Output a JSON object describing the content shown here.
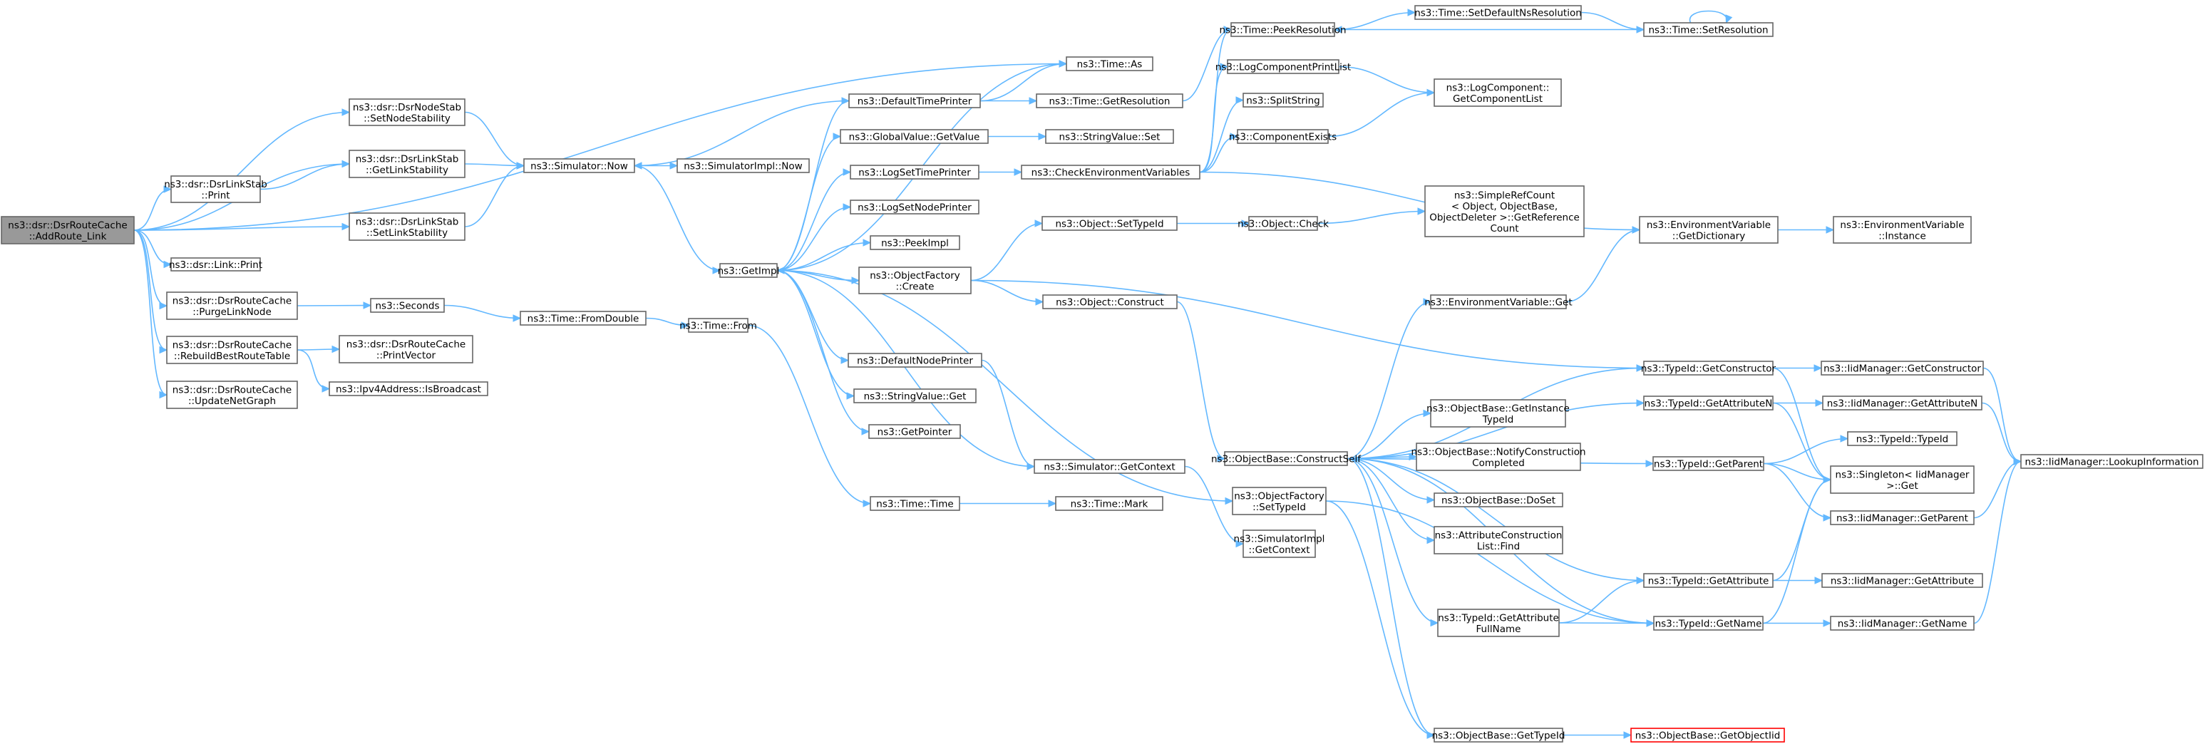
{
  "diagram": {
    "type": "call-graph",
    "root": "ns3::dsr::DsrRouteCache::AddRoute_Link",
    "nodes": [
      {
        "id": "addroute",
        "lines": [
          "ns3::dsr::DsrRouteCache",
          "::AddRoute_Link"
        ],
        "root": true
      },
      {
        "id": "time_as",
        "lines": [
          "ns3::Time::As"
        ]
      },
      {
        "id": "setnodestab",
        "lines": [
          "ns3::dsr::DsrNodeStab",
          "::SetNodeStability"
        ]
      },
      {
        "id": "getlinkstab",
        "lines": [
          "ns3::dsr::DsrLinkStab",
          "::GetLinkStability"
        ]
      },
      {
        "id": "linkstab_print",
        "lines": [
          "ns3::dsr::DsrLinkStab",
          "::Print"
        ]
      },
      {
        "id": "setlinkstab",
        "lines": [
          "ns3::dsr::DsrLinkStab",
          "::SetLinkStability"
        ]
      },
      {
        "id": "link_print",
        "lines": [
          "ns3::dsr::Link::Print"
        ]
      },
      {
        "id": "purgelinknode",
        "lines": [
          "ns3::dsr::DsrRouteCache",
          "::PurgeLinkNode"
        ]
      },
      {
        "id": "rebuildbest",
        "lines": [
          "ns3::dsr::DsrRouteCache",
          "::RebuildBestRouteTable"
        ]
      },
      {
        "id": "updatenetgraph",
        "lines": [
          "ns3::dsr::DsrRouteCache",
          "::UpdateNetGraph"
        ]
      },
      {
        "id": "sim_now",
        "lines": [
          "ns3::Simulator::Now"
        ]
      },
      {
        "id": "simimpl_now",
        "lines": [
          "ns3::SimulatorImpl::Now"
        ]
      },
      {
        "id": "seconds",
        "lines": [
          "ns3::Seconds"
        ]
      },
      {
        "id": "printvector",
        "lines": [
          "ns3::dsr::DsrRouteCache",
          "::PrintVector"
        ]
      },
      {
        "id": "isbroadcast",
        "lines": [
          "ns3::Ipv4Address::IsBroadcast"
        ]
      },
      {
        "id": "fromdouble",
        "lines": [
          "ns3::Time::FromDouble"
        ]
      },
      {
        "id": "time_from",
        "lines": [
          "ns3::Time::From"
        ]
      },
      {
        "id": "getimpl",
        "lines": [
          "ns3::GetImpl"
        ]
      },
      {
        "id": "defaulttimeprinter",
        "lines": [
          "ns3::DefaultTimePrinter"
        ]
      },
      {
        "id": "globalvalue_get",
        "lines": [
          "ns3::GlobalValue::GetValue"
        ]
      },
      {
        "id": "logsettimeprinter",
        "lines": [
          "ns3::LogSetTimePrinter"
        ]
      },
      {
        "id": "logsetnodeprinter",
        "lines": [
          "ns3::LogSetNodePrinter"
        ]
      },
      {
        "id": "peekimpl",
        "lines": [
          "ns3::PeekImpl"
        ]
      },
      {
        "id": "objfactory_create",
        "lines": [
          "ns3::ObjectFactory",
          "::Create"
        ]
      },
      {
        "id": "defaultnodeprinter",
        "lines": [
          "ns3::DefaultNodePrinter"
        ]
      },
      {
        "id": "stringvalue_get",
        "lines": [
          "ns3::StringValue::Get"
        ]
      },
      {
        "id": "getpointer",
        "lines": [
          "ns3::GetPointer"
        ]
      },
      {
        "id": "sim_getcontext",
        "lines": [
          "ns3::Simulator::GetContext"
        ]
      },
      {
        "id": "time_time",
        "lines": [
          "ns3::Time::Time"
        ]
      },
      {
        "id": "time_getres",
        "lines": [
          "ns3::Time::GetResolution"
        ]
      },
      {
        "id": "stringvalue_set",
        "lines": [
          "ns3::StringValue::Set"
        ]
      },
      {
        "id": "checkenv",
        "lines": [
          "ns3::CheckEnvironmentVariables"
        ]
      },
      {
        "id": "obj_settypeid",
        "lines": [
          "ns3::Object::SetTypeId"
        ]
      },
      {
        "id": "obj_construct",
        "lines": [
          "ns3::Object::Construct"
        ]
      },
      {
        "id": "time_mark",
        "lines": [
          "ns3::Time::Mark"
        ]
      },
      {
        "id": "time_peekres",
        "lines": [
          "ns3::Time::PeekResolution"
        ]
      },
      {
        "id": "logcompprintlist",
        "lines": [
          "ns3::LogComponentPrintList"
        ]
      },
      {
        "id": "splitstring",
        "lines": [
          "ns3::SplitString"
        ]
      },
      {
        "id": "componentexists",
        "lines": [
          "ns3::ComponentExists"
        ]
      },
      {
        "id": "obj_check",
        "lines": [
          "ns3::Object::Check"
        ]
      },
      {
        "id": "objbase_constructself",
        "lines": [
          "ns3::ObjectBase::ConstructSelf"
        ]
      },
      {
        "id": "objfactory_settypeid",
        "lines": [
          "ns3::ObjectFactory",
          "::SetTypeId"
        ]
      },
      {
        "id": "simimpl_getcontext",
        "lines": [
          "ns3::SimulatorImpl",
          "::GetContext"
        ]
      },
      {
        "id": "time_setdefaultns",
        "lines": [
          "ns3::Time::SetDefaultNsResolution"
        ]
      },
      {
        "id": "time_setres",
        "lines": [
          "ns3::Time::SetResolution"
        ]
      },
      {
        "id": "logcomp_getlist",
        "lines": [
          "ns3::LogComponent::",
          "GetComponentList"
        ]
      },
      {
        "id": "simplerefcount",
        "lines": [
          "ns3::SimpleRefCount",
          "< Object, ObjectBase,",
          " ObjectDeleter >::GetReference",
          "Count"
        ]
      },
      {
        "id": "envvar_get",
        "lines": [
          "ns3::EnvironmentVariable::Get"
        ]
      },
      {
        "id": "objbase_getinstancetypeid",
        "lines": [
          "ns3::ObjectBase::GetInstance",
          "TypeId"
        ]
      },
      {
        "id": "objbase_notify",
        "lines": [
          "ns3::ObjectBase::NotifyConstruction",
          "Completed"
        ]
      },
      {
        "id": "objbase_doset",
        "lines": [
          "ns3::ObjectBase::DoSet"
        ]
      },
      {
        "id": "attrconstructlist_find",
        "lines": [
          "ns3::AttributeConstruction",
          "List::Find"
        ]
      },
      {
        "id": "typeid_getattrfullname",
        "lines": [
          "ns3::TypeId::GetAttribute",
          "FullName"
        ]
      },
      {
        "id": "objbase_gettypeid",
        "lines": [
          "ns3::ObjectBase::GetTypeId"
        ]
      },
      {
        "id": "objbase_getobjectiid",
        "lines": [
          "ns3::ObjectBase::GetObjectIid"
        ],
        "missing": true
      },
      {
        "id": "envvar_getdict",
        "lines": [
          "ns3::EnvironmentVariable",
          "::GetDictionary"
        ]
      },
      {
        "id": "envvar_instance",
        "lines": [
          "ns3::EnvironmentVariable",
          "::Instance"
        ]
      },
      {
        "id": "typeid_getconstructor",
        "lines": [
          "ns3::TypeId::GetConstructor"
        ]
      },
      {
        "id": "typeid_getattributen",
        "lines": [
          "ns3::TypeId::GetAttributeN"
        ]
      },
      {
        "id": "typeid_getparent",
        "lines": [
          "ns3::TypeId::GetParent"
        ]
      },
      {
        "id": "typeid_getattribute",
        "lines": [
          "ns3::TypeId::GetAttribute"
        ]
      },
      {
        "id": "typeid_getname",
        "lines": [
          "ns3::TypeId::GetName"
        ]
      },
      {
        "id": "typeid_typeid",
        "lines": [
          "ns3::TypeId::TypeId"
        ]
      },
      {
        "id": "singleton_get",
        "lines": [
          "ns3::Singleton< IidManager",
          " >::Get"
        ]
      },
      {
        "id": "iid_getconstructor",
        "lines": [
          "ns3::IidManager::GetConstructor"
        ]
      },
      {
        "id": "iid_getattributen",
        "lines": [
          "ns3::IidManager::GetAttributeN"
        ]
      },
      {
        "id": "iid_getparent",
        "lines": [
          "ns3::IidManager::GetParent"
        ]
      },
      {
        "id": "iid_getattribute",
        "lines": [
          "ns3::IidManager::GetAttribute"
        ]
      },
      {
        "id": "iid_getname",
        "lines": [
          "ns3::IidManager::GetName"
        ]
      },
      {
        "id": "iid_lookupinfo",
        "lines": [
          "ns3::IidManager::LookupInformation"
        ]
      }
    ],
    "edges": [
      [
        "addroute",
        "time_as"
      ],
      [
        "addroute",
        "setnodestab"
      ],
      [
        "addroute",
        "getlinkstab"
      ],
      [
        "addroute",
        "linkstab_print"
      ],
      [
        "addroute",
        "setlinkstab"
      ],
      [
        "addroute",
        "link_print"
      ],
      [
        "addroute",
        "purgelinknode"
      ],
      [
        "addroute",
        "rebuildbest"
      ],
      [
        "addroute",
        "updatenetgraph"
      ],
      [
        "setnodestab",
        "sim_now"
      ],
      [
        "getlinkstab",
        "sim_now"
      ],
      [
        "setlinkstab",
        "sim_now"
      ],
      [
        "linkstab_print",
        "getlinkstab"
      ],
      [
        "purgelinknode",
        "seconds"
      ],
      [
        "rebuildbest",
        "printvector"
      ],
      [
        "rebuildbest",
        "isbroadcast"
      ],
      [
        "sim_now",
        "simimpl_now"
      ],
      [
        "sim_now",
        "getimpl"
      ],
      [
        "defaulttimeprinter",
        "sim_now"
      ],
      [
        "seconds",
        "fromdouble"
      ],
      [
        "fromdouble",
        "time_from"
      ],
      [
        "time_from",
        "time_time"
      ],
      [
        "getimpl",
        "defaulttimeprinter"
      ],
      [
        "getimpl",
        "globalvalue_get"
      ],
      [
        "getimpl",
        "logsettimeprinter"
      ],
      [
        "getimpl",
        "logsetnodeprinter"
      ],
      [
        "getimpl",
        "peekimpl"
      ],
      [
        "getimpl",
        "objfactory_create"
      ],
      [
        "getimpl",
        "defaultnodeprinter"
      ],
      [
        "getimpl",
        "stringvalue_get"
      ],
      [
        "getimpl",
        "getpointer"
      ],
      [
        "getimpl",
        "objfactory_settypeid"
      ],
      [
        "getimpl",
        "time_as"
      ],
      [
        "sim_getcontext",
        "getimpl"
      ],
      [
        "defaultnodeprinter",
        "sim_getcontext"
      ],
      [
        "sim_getcontext",
        "simimpl_getcontext"
      ],
      [
        "defaulttimeprinter",
        "time_as"
      ],
      [
        "defaulttimeprinter",
        "time_getres"
      ],
      [
        "globalvalue_get",
        "stringvalue_set"
      ],
      [
        "logsettimeprinter",
        "checkenv"
      ],
      [
        "objfactory_create",
        "obj_settypeid"
      ],
      [
        "objfactory_create",
        "obj_construct"
      ],
      [
        "objfactory_create",
        "typeid_getconstructor"
      ],
      [
        "time_time",
        "time_mark"
      ],
      [
        "time_getres",
        "time_peekres"
      ],
      [
        "checkenv",
        "time_peekres"
      ],
      [
        "checkenv",
        "logcompprintlist"
      ],
      [
        "checkenv",
        "splitstring"
      ],
      [
        "checkenv",
        "componentexists"
      ],
      [
        "checkenv",
        "envvar_getdict"
      ],
      [
        "obj_settypeid",
        "obj_check"
      ],
      [
        "obj_check",
        "simplerefcount"
      ],
      [
        "obj_construct",
        "objbase_constructself"
      ],
      [
        "time_peekres",
        "time_setdefaultns"
      ],
      [
        "time_setdefaultns",
        "time_setres"
      ],
      [
        "time_setres",
        "time_peekres"
      ],
      [
        "time_setres",
        "time_setres"
      ],
      [
        "logcompprintlist",
        "logcomp_getlist"
      ],
      [
        "componentexists",
        "logcomp_getlist"
      ],
      [
        "objbase_constructself",
        "envvar_get"
      ],
      [
        "objbase_constructself",
        "objbase_getinstancetypeid"
      ],
      [
        "objbase_constructself",
        "objbase_notify"
      ],
      [
        "objbase_constructself",
        "objbase_doset"
      ],
      [
        "objbase_constructself",
        "attrconstructlist_find"
      ],
      [
        "objbase_constructself",
        "typeid_getattrfullname"
      ],
      [
        "objbase_constructself",
        "objbase_gettypeid"
      ],
      [
        "objbase_constructself",
        "typeid_getattributen"
      ],
      [
        "objbase_constructself",
        "typeid_getparent"
      ],
      [
        "objbase_constructself",
        "typeid_getattribute"
      ],
      [
        "objbase_constructself",
        "typeid_getname"
      ],
      [
        "objbase_constructself",
        "typeid_getconstructor"
      ],
      [
        "objfactory_settypeid",
        "objbase_gettypeid"
      ],
      [
        "objfactory_settypeid",
        "typeid_getname"
      ],
      [
        "envvar_get",
        "envvar_getdict"
      ],
      [
        "envvar_getdict",
        "envvar_instance"
      ],
      [
        "objbase_gettypeid",
        "objbase_getobjectiid"
      ],
      [
        "typeid_getattrfullname",
        "typeid_getattribute"
      ],
      [
        "typeid_getattrfullname",
        "typeid_getname"
      ],
      [
        "typeid_getconstructor",
        "iid_getconstructor"
      ],
      [
        "typeid_getconstructor",
        "singleton_get"
      ],
      [
        "typeid_getattributen",
        "iid_getattributen"
      ],
      [
        "typeid_getattributen",
        "singleton_get"
      ],
      [
        "typeid_getparent",
        "typeid_typeid"
      ],
      [
        "typeid_getparent",
        "singleton_get"
      ],
      [
        "typeid_getparent",
        "iid_getparent"
      ],
      [
        "typeid_getattribute",
        "iid_getattribute"
      ],
      [
        "typeid_getattribute",
        "singleton_get"
      ],
      [
        "typeid_getname",
        "iid_getname"
      ],
      [
        "typeid_getname",
        "singleton_get"
      ],
      [
        "iid_getconstructor",
        "iid_lookupinfo"
      ],
      [
        "iid_getattributen",
        "iid_lookupinfo"
      ],
      [
        "iid_getparent",
        "iid_lookupinfo"
      ],
      [
        "iid_getname",
        "iid_lookupinfo"
      ]
    ]
  }
}
